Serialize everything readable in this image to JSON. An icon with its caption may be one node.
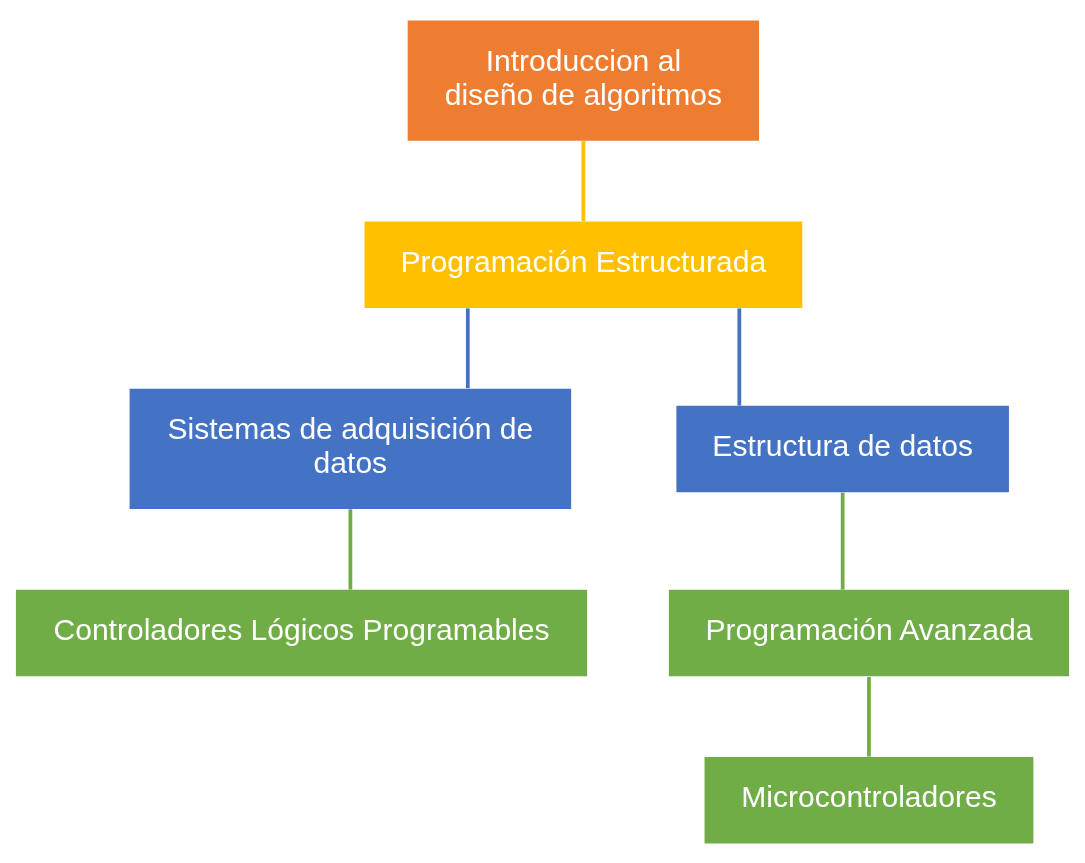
{
  "diagram": {
    "nodes": [
      {
        "text": [
          "Introduccion al diseño de algoritmos"
        ]
      },
      {
        "text": [
          "Programación Estructurada"
        ]
      },
      {
        "text": [
          "Sistemas de adquisición de datos"
        ]
      },
      {
        "text": [
          "Estructura de datos"
        ]
      },
      {
        "text": [
          "Controladores Lógicos Programables"
        ]
      },
      {
        "text": [
          "Programación Avanzada"
        ]
      },
      {
        "text": [
          "Microcontroladores"
        ]
      }
    ],
    "edges": [
      {
        "from": 0,
        "to": 1,
        "arrow": "none",
        "color": "#ffc000"
      },
      {
        "from": 1,
        "to": 2,
        "arrow": "none",
        "color": "#4472c4"
      },
      {
        "from": 1,
        "to": 3,
        "arrow": "none",
        "color": "#4472c4"
      },
      {
        "from": 2,
        "to": 4,
        "arrow": "none"
      },
      {
        "from": 3,
        "to": 5,
        "arrow": "none"
      },
      {
        "from": 5,
        "to": 6,
        "arrow": "none"
      }
    ]
  }
}
